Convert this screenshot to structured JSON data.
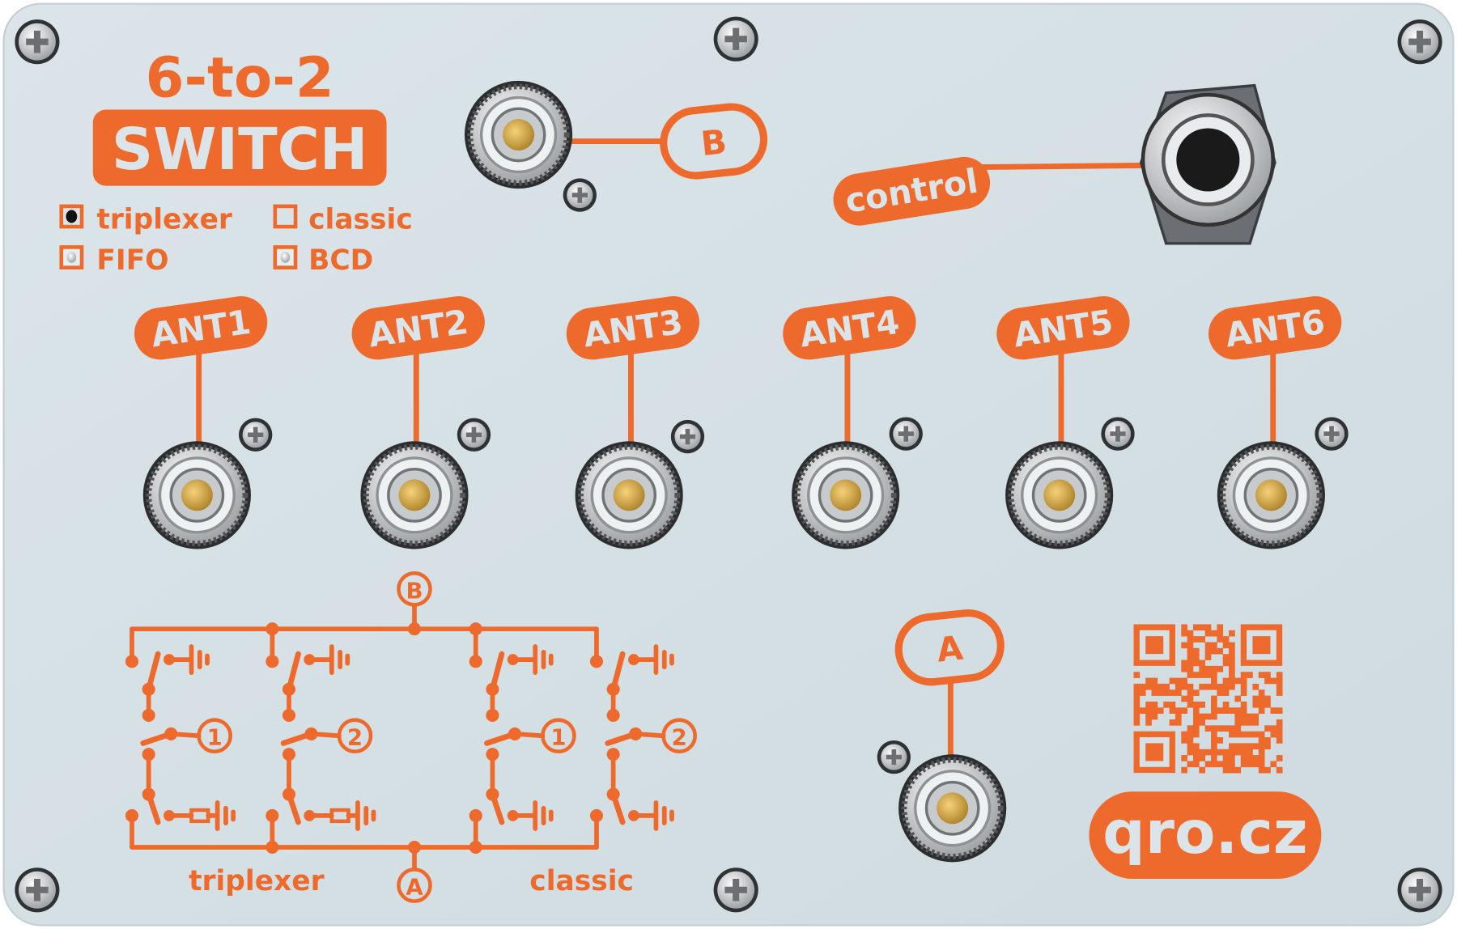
{
  "panel": {
    "title_line1": "6-to-2",
    "title_line2": "SWITCH",
    "modes": [
      {
        "label": "triplexer",
        "state": "selected"
      },
      {
        "label": "classic",
        "state": "empty"
      },
      {
        "label": "FIFO",
        "state": "led"
      },
      {
        "label": "BCD",
        "state": "led"
      }
    ],
    "antennas": [
      "ANT1",
      "ANT2",
      "ANT3",
      "ANT4",
      "ANT5",
      "ANT6"
    ],
    "port_b": "B",
    "port_a": "A",
    "control": "control",
    "logo": "qro.cz"
  },
  "diagram": {
    "top_node": "B",
    "bottom_node": "A",
    "branch_numbers": [
      "1",
      "2",
      "1",
      "2"
    ],
    "left_label": "triplexer",
    "right_label": "classic"
  },
  "colors": {
    "accent": "#ee6a2c",
    "panel": "#d6e1e5",
    "gold": "#c99a35"
  }
}
